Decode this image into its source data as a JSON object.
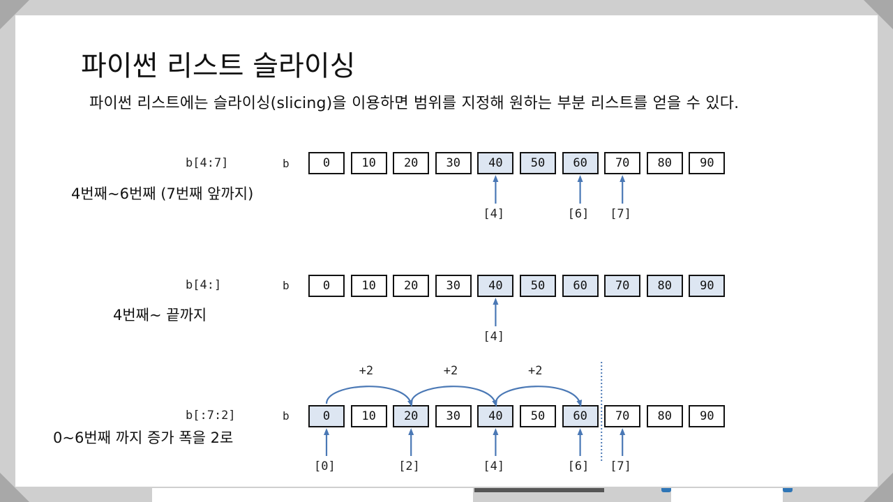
{
  "title": "파이썬 리스트 슬라이싱",
  "description": "파이썬 리스트에는 슬라이싱(slicing)을 이용하면 범위를 지정해 원하는 부분 리스트를 얻을 수 있다.",
  "list_values": [
    "0",
    "10",
    "20",
    "30",
    "40",
    "50",
    "60",
    "70",
    "80",
    "90"
  ],
  "accent_color": "#4a78b5",
  "highlight_color": "#dde6f2",
  "examples": [
    {
      "expression": "b[4:7]",
      "variable": "b",
      "description": "4번째~6번째 (7번째 앞까지)",
      "highlighted": [
        4,
        5,
        6
      ],
      "arrows": [
        {
          "index": 4,
          "label": "[4]"
        },
        {
          "index": 6,
          "label": "[6]"
        },
        {
          "index": 7,
          "label": "[7]"
        }
      ]
    },
    {
      "expression": "b[4:]",
      "variable": "b",
      "description": "4번째~ 끝까지",
      "highlighted": [
        4,
        5,
        6,
        7,
        8,
        9
      ],
      "arrows": [
        {
          "index": 4,
          "label": "[4]"
        }
      ]
    },
    {
      "expression": "b[:7:2]",
      "variable": "b",
      "description": "0~6번째 까지 증가 폭을 2로",
      "highlighted": [
        0,
        2,
        4,
        6
      ],
      "arrows": [
        {
          "index": 0,
          "label": "[0]"
        },
        {
          "index": 2,
          "label": "[2]"
        },
        {
          "index": 4,
          "label": "[4]"
        },
        {
          "index": 6,
          "label": "[6]"
        },
        {
          "index": 7,
          "label": "[7]"
        }
      ],
      "step_labels": [
        "+2",
        "+2",
        "+2"
      ]
    }
  ]
}
